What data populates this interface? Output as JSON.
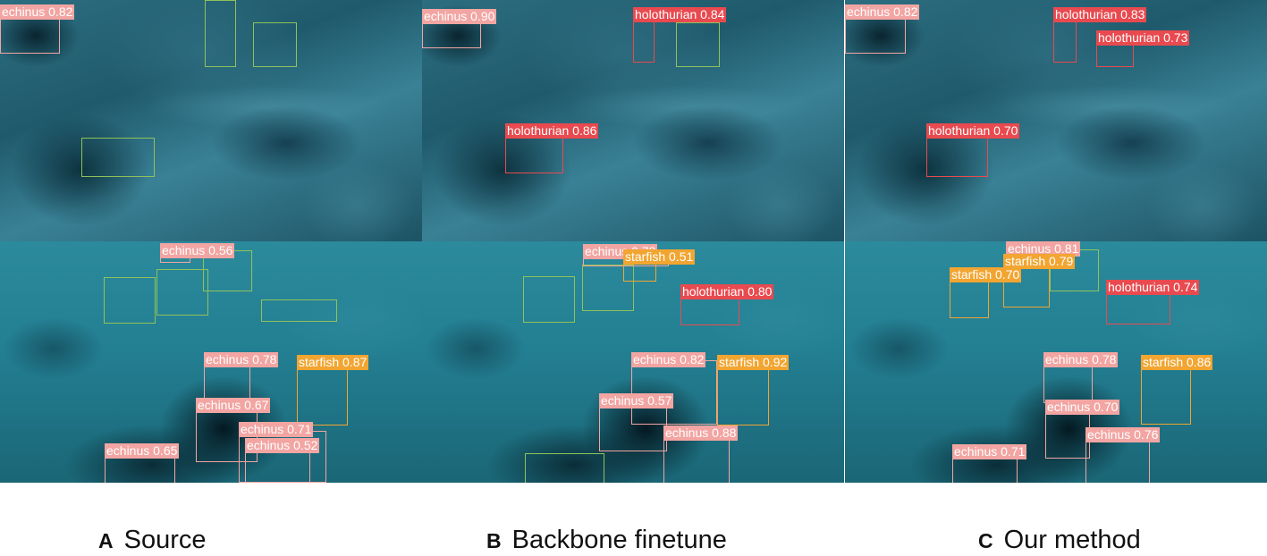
{
  "panels": [
    {
      "letter": "A",
      "caption": "Source",
      "detections": [
        {
          "label": "echinus 0.82",
          "class": "echinus"
        },
        {
          "label": "echinus 0.56",
          "class": "echinus"
        },
        {
          "label": "echinus 0.78",
          "class": "echinus"
        },
        {
          "label": "starfish 0.87",
          "class": "starfish"
        },
        {
          "label": "echinus 0.67",
          "class": "echinus"
        },
        {
          "label": "echinus 0.71",
          "class": "echinus"
        },
        {
          "label": "echinus 0.52",
          "class": "echinus"
        },
        {
          "label": "echinus 0.65",
          "class": "echinus"
        }
      ]
    },
    {
      "letter": "B",
      "caption": "Backbone finetune",
      "detections": [
        {
          "label": "echinus 0.90",
          "class": "echinus"
        },
        {
          "label": "holothurian 0.84",
          "class": "holothurian"
        },
        {
          "label": "holothurian 0.86",
          "class": "holothurian"
        },
        {
          "label": "echinus 0.78",
          "class": "echinus"
        },
        {
          "label": "starfish 0.51",
          "class": "starfish"
        },
        {
          "label": "holothurian 0.80",
          "class": "holothurian"
        },
        {
          "label": "echinus 0.82",
          "class": "echinus"
        },
        {
          "label": "starfish 0.92",
          "class": "starfish"
        },
        {
          "label": "echinus 0.57",
          "class": "echinus"
        },
        {
          "label": "echinus 0.88",
          "class": "echinus"
        }
      ]
    },
    {
      "letter": "C",
      "caption": "Our method",
      "detections": [
        {
          "label": "echinus 0.82",
          "class": "echinus"
        },
        {
          "label": "holothurian 0.83",
          "class": "holothurian"
        },
        {
          "label": "holothurian 0.73",
          "class": "holothurian"
        },
        {
          "label": "holothurian 0.70",
          "class": "holothurian"
        },
        {
          "label": "echinus 0.81",
          "class": "echinus"
        },
        {
          "label": "starfish 0.79",
          "class": "starfish"
        },
        {
          "label": "starfish 0.70",
          "class": "starfish"
        },
        {
          "label": "holothurian 0.74",
          "class": "holothurian"
        },
        {
          "label": "echinus 0.78",
          "class": "echinus"
        },
        {
          "label": "starfish 0.86",
          "class": "starfish"
        },
        {
          "label": "echinus 0.70",
          "class": "echinus"
        },
        {
          "label": "echinus 0.76",
          "class": "echinus"
        },
        {
          "label": "echinus 0.71",
          "class": "echinus"
        }
      ]
    }
  ],
  "colors": {
    "echinus": "#f2a5a2",
    "holothurian": "#e84a4f",
    "starfish": "#f2a531",
    "ground_truth": "#8fc25a"
  }
}
